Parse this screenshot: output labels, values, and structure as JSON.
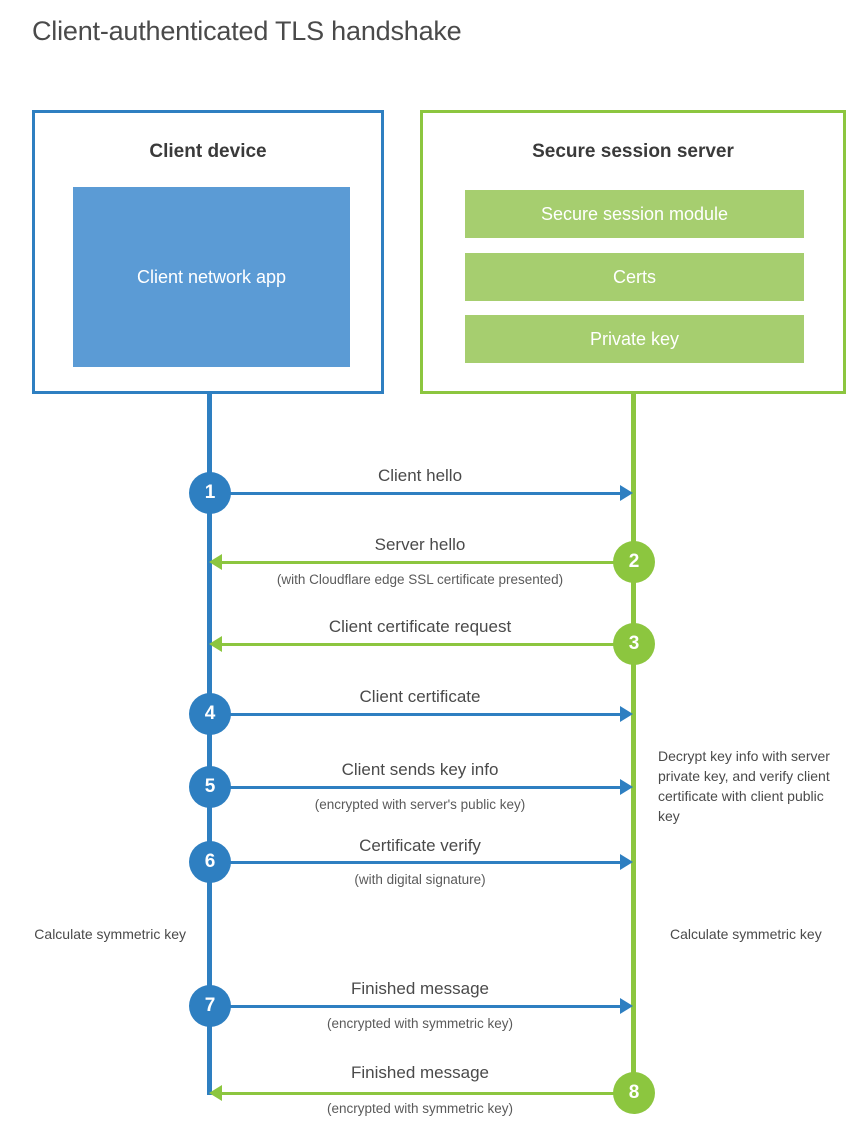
{
  "diagram": {
    "title": "Client-authenticated TLS handshake",
    "colors": {
      "client_blue": "#2e7fc1",
      "client_fill_blue": "#5b9bd5",
      "server_green": "#8cc63f",
      "server_fill_green": "#a6ce6f",
      "text": "#4a4a4a"
    }
  },
  "client": {
    "title": "Client device",
    "block_label": "Client network app"
  },
  "server": {
    "title": "Secure session server",
    "blocks": [
      {
        "label": "Secure session module"
      },
      {
        "label": "Certs"
      },
      {
        "label": "Private key"
      }
    ]
  },
  "steps": [
    {
      "number": "1",
      "label": "Client hello",
      "sublabel": "",
      "direction": "client-to-server",
      "actor": "client"
    },
    {
      "number": "2",
      "label": "Server hello",
      "sublabel": "(with Cloudflare edge SSL certificate presented)",
      "direction": "server-to-client",
      "actor": "server"
    },
    {
      "number": "3",
      "label": "Client certificate request",
      "sublabel": "",
      "direction": "server-to-client",
      "actor": "server"
    },
    {
      "number": "4",
      "label": "Client certificate",
      "sublabel": "",
      "direction": "client-to-server",
      "actor": "client"
    },
    {
      "number": "5",
      "label": "Client sends key info",
      "sublabel": "(encrypted with server's public key)",
      "direction": "client-to-server",
      "actor": "client"
    },
    {
      "number": "6",
      "label": "Certificate verify",
      "sublabel": "(with digital signature)",
      "direction": "client-to-server",
      "actor": "client"
    },
    {
      "number": "7",
      "label": "Finished message",
      "sublabel": "(encrypted with symmetric key)",
      "direction": "client-to-server",
      "actor": "client"
    },
    {
      "number": "8",
      "label": "Finished message",
      "sublabel": "(encrypted with symmetric key)",
      "direction": "server-to-client",
      "actor": "server"
    }
  ],
  "annotations": {
    "server_decrypt": "Decrypt key info with server private key, and verify client certificate with client public key",
    "client_calc_symmetric": "Calculate symmetric key",
    "server_calc_symmetric": "Calculate symmetric key"
  }
}
